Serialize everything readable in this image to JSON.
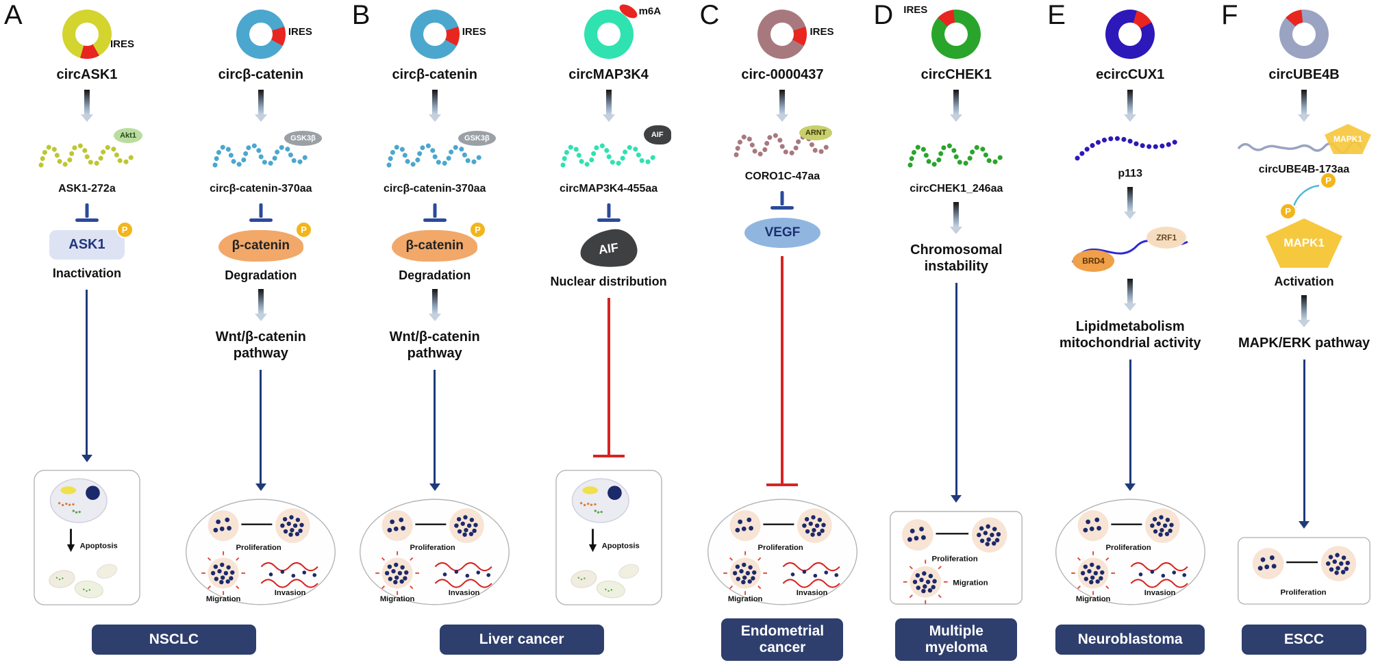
{
  "figure": {
    "colors": {
      "red_segment": "#e8251f",
      "inhibit_blue": "#2b4a9b",
      "navy_arrow": "#1f3a7a",
      "red_inhibit": "#d62421",
      "badge_bg": "#2e3f6e",
      "phospho_yellow": "#f2b51c"
    }
  },
  "cells": {
    "proliferation": "Proliferation",
    "migration": "Migration",
    "invasion": "Invasion",
    "apoptosis": "Apoptosis"
  },
  "badges": [
    {
      "label": "NSCLC"
    },
    {
      "label": "Liver cancer"
    },
    {
      "label": "Endometrial cancer"
    },
    {
      "label": "Multiple myeloma"
    },
    {
      "label": "Neuroblastoma"
    },
    {
      "label": "ESCC"
    }
  ],
  "columns": [
    {
      "panel": "A",
      "donut_color": "#d3d42e",
      "squiggle_color": "#bcc732",
      "donut_tag": "IRES",
      "name": "circASK1",
      "partner": "Akt1",
      "peptide": "ASK1-272a",
      "target": "ASK1",
      "phospho": "P",
      "effect": "Inactivation"
    },
    {
      "donut_color": "#4ba7cd",
      "squiggle_color": "#4ba7cd",
      "donut_tag": "IRES",
      "name": "circβ-catenin",
      "partner": "GSK3β",
      "peptide": "circβ-catenin-370aa",
      "target": "β-catenin",
      "phospho": "P",
      "effect": "Degradation",
      "pathway": "Wnt/β-catenin pathway"
    },
    {
      "panel": "B",
      "donut_color": "#4ba7cd",
      "squiggle_color": "#4ba7cd",
      "donut_tag": "IRES",
      "name": "circβ-catenin",
      "partner": "GSK3β",
      "peptide": "circβ-catenin-370aa",
      "target": "β-catenin",
      "phospho": "P",
      "effect": "Degradation",
      "pathway": "Wnt/β-catenin pathway"
    },
    {
      "donut_color": "#2fe2af",
      "squiggle_color": "#2fe2af",
      "donut_tag": "m6A",
      "name": "circMAP3K4",
      "partner": "AIF",
      "peptide": "circMAP3K4-455aa",
      "target": "AIF",
      "effect": "Nuclear distribution"
    },
    {
      "panel": "C",
      "donut_color": "#a7797f",
      "squiggle_color": "#a7797f",
      "donut_tag": "IRES",
      "name": "circ-0000437",
      "partner": "ARNT",
      "peptide": "CORO1C-47aa",
      "target": "VEGF"
    },
    {
      "panel": "D",
      "donut_color": "#29a52b",
      "squiggle_color": "#29a52b",
      "donut_tag": "IRES",
      "name": "circCHEK1",
      "peptide": "circCHEK1_246aa",
      "effect": "Chromosomal instability"
    },
    {
      "panel": "E",
      "donut_color": "#2d18b9",
      "squiggle_color": "#2d18b9",
      "name": "ecircCUX1",
      "peptide": "p113",
      "complex": [
        "BRD4",
        "ZRF1"
      ],
      "effect": "Lipidmetabolism mitochondrial activity"
    },
    {
      "panel": "F",
      "donut_color": "#9aa3c2",
      "squiggle_color": "#9aa3c2",
      "name": "circUBE4B",
      "partner": "MAPK1",
      "peptide": "circUBE4B-173aa",
      "target": "MAPK1",
      "phospho": "P",
      "effect": "Activation",
      "pathway": "MAPK/ERK pathway"
    }
  ]
}
